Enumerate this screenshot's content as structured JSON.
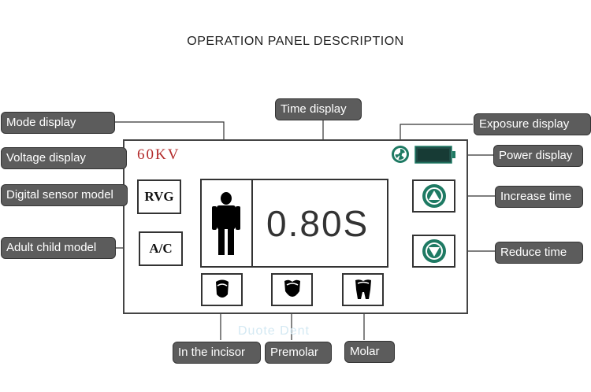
{
  "title": "OPERATION PANEL DESCRIPTION",
  "panel": {
    "voltage": "60KV",
    "rvg_label": "RVG",
    "ac_label": "A/C",
    "time_value": "0.80S"
  },
  "callouts": {
    "mode_display": "Mode display",
    "time_display": "Time display",
    "exposure_display": "Exposure display",
    "voltage_display": "Voltage display",
    "power_display": "Power display",
    "digital_sensor_model": "Digital sensor model",
    "increase_time": "Increase time",
    "adult_child_model": "Adult child model",
    "reduce_time": "Reduce time",
    "in_the_incisor": "In the incisor",
    "premolar": "Premolar",
    "molar": "Molar"
  },
  "watermark": "Duote Dent",
  "colors": {
    "voltage_red": "#b32a2a",
    "teal": "#1e7a63",
    "callout_bg": "#5c5c5c"
  },
  "icons": [
    "person-icon",
    "radiation-icon",
    "battery-icon",
    "up-arrow-icon",
    "down-arrow-icon",
    "incisor-tooth-icon",
    "premolar-tooth-icon",
    "molar-tooth-icon"
  ]
}
